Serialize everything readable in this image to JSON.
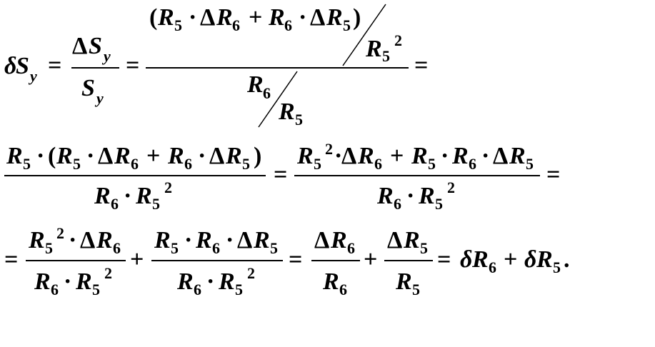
{
  "sym": {
    "delta_small": "δ",
    "delta_cap": "Δ",
    "S": "S",
    "R": "R",
    "y": "y",
    "five": "5",
    "six": "6",
    "two": "2",
    "eq": "=",
    "plus": "+",
    "dot": "·",
    "lparen": "(",
    "rparen": ")",
    "period": "."
  }
}
